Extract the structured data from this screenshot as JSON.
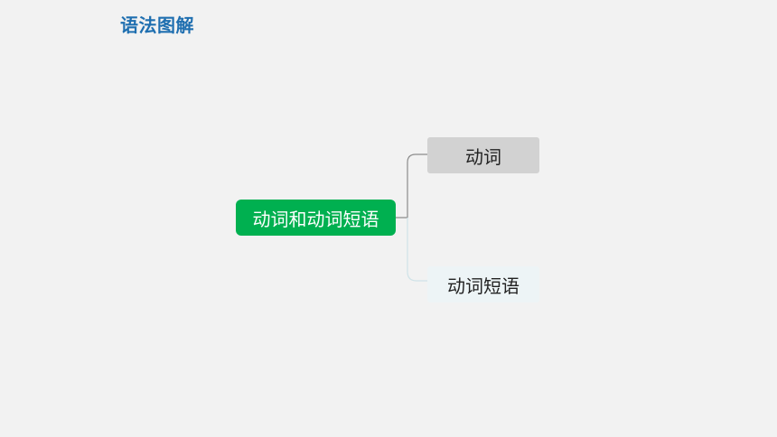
{
  "header": {
    "title": "语法图解"
  },
  "diagram": {
    "root": {
      "label": "动词和动词短语"
    },
    "children": [
      {
        "label": "动词"
      },
      {
        "label": "动词短语"
      }
    ],
    "colors": {
      "root_fill": "#00b050",
      "child_1_fill": "#d2d2d2",
      "child_2_fill": "#edf4f6",
      "connector_1": "#8c8c8c",
      "connector_2": "#cfe3e8",
      "title_color": "#1f6fb0"
    }
  }
}
